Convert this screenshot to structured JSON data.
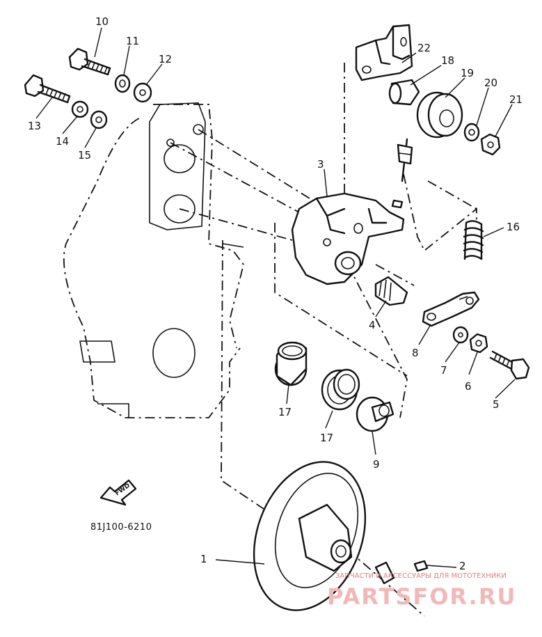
{
  "diagram": {
    "drawing_code": "81J100-6210",
    "direction_marker": "FWD",
    "part_numbers": {
      "p1": "1",
      "p2": "2",
      "p3": "3",
      "p4": "4",
      "p5": "5",
      "p6": "6",
      "p7": "7",
      "p8": "8",
      "p9": "9",
      "p10": "10",
      "p11": "11",
      "p12": "12",
      "p13": "13",
      "p14": "14",
      "p15": "15",
      "p16": "16",
      "p17a": "17",
      "p17b": "17",
      "p18": "18",
      "p19": "19",
      "p20": "20",
      "p21": "21",
      "p22": "22"
    }
  },
  "watermark": {
    "tagline": "ЗАПЧАСТИ И АКСЕССУАРЫ ДЛЯ МОТОТЕХНИКИ",
    "brand": "PARTSFOR.RU"
  }
}
